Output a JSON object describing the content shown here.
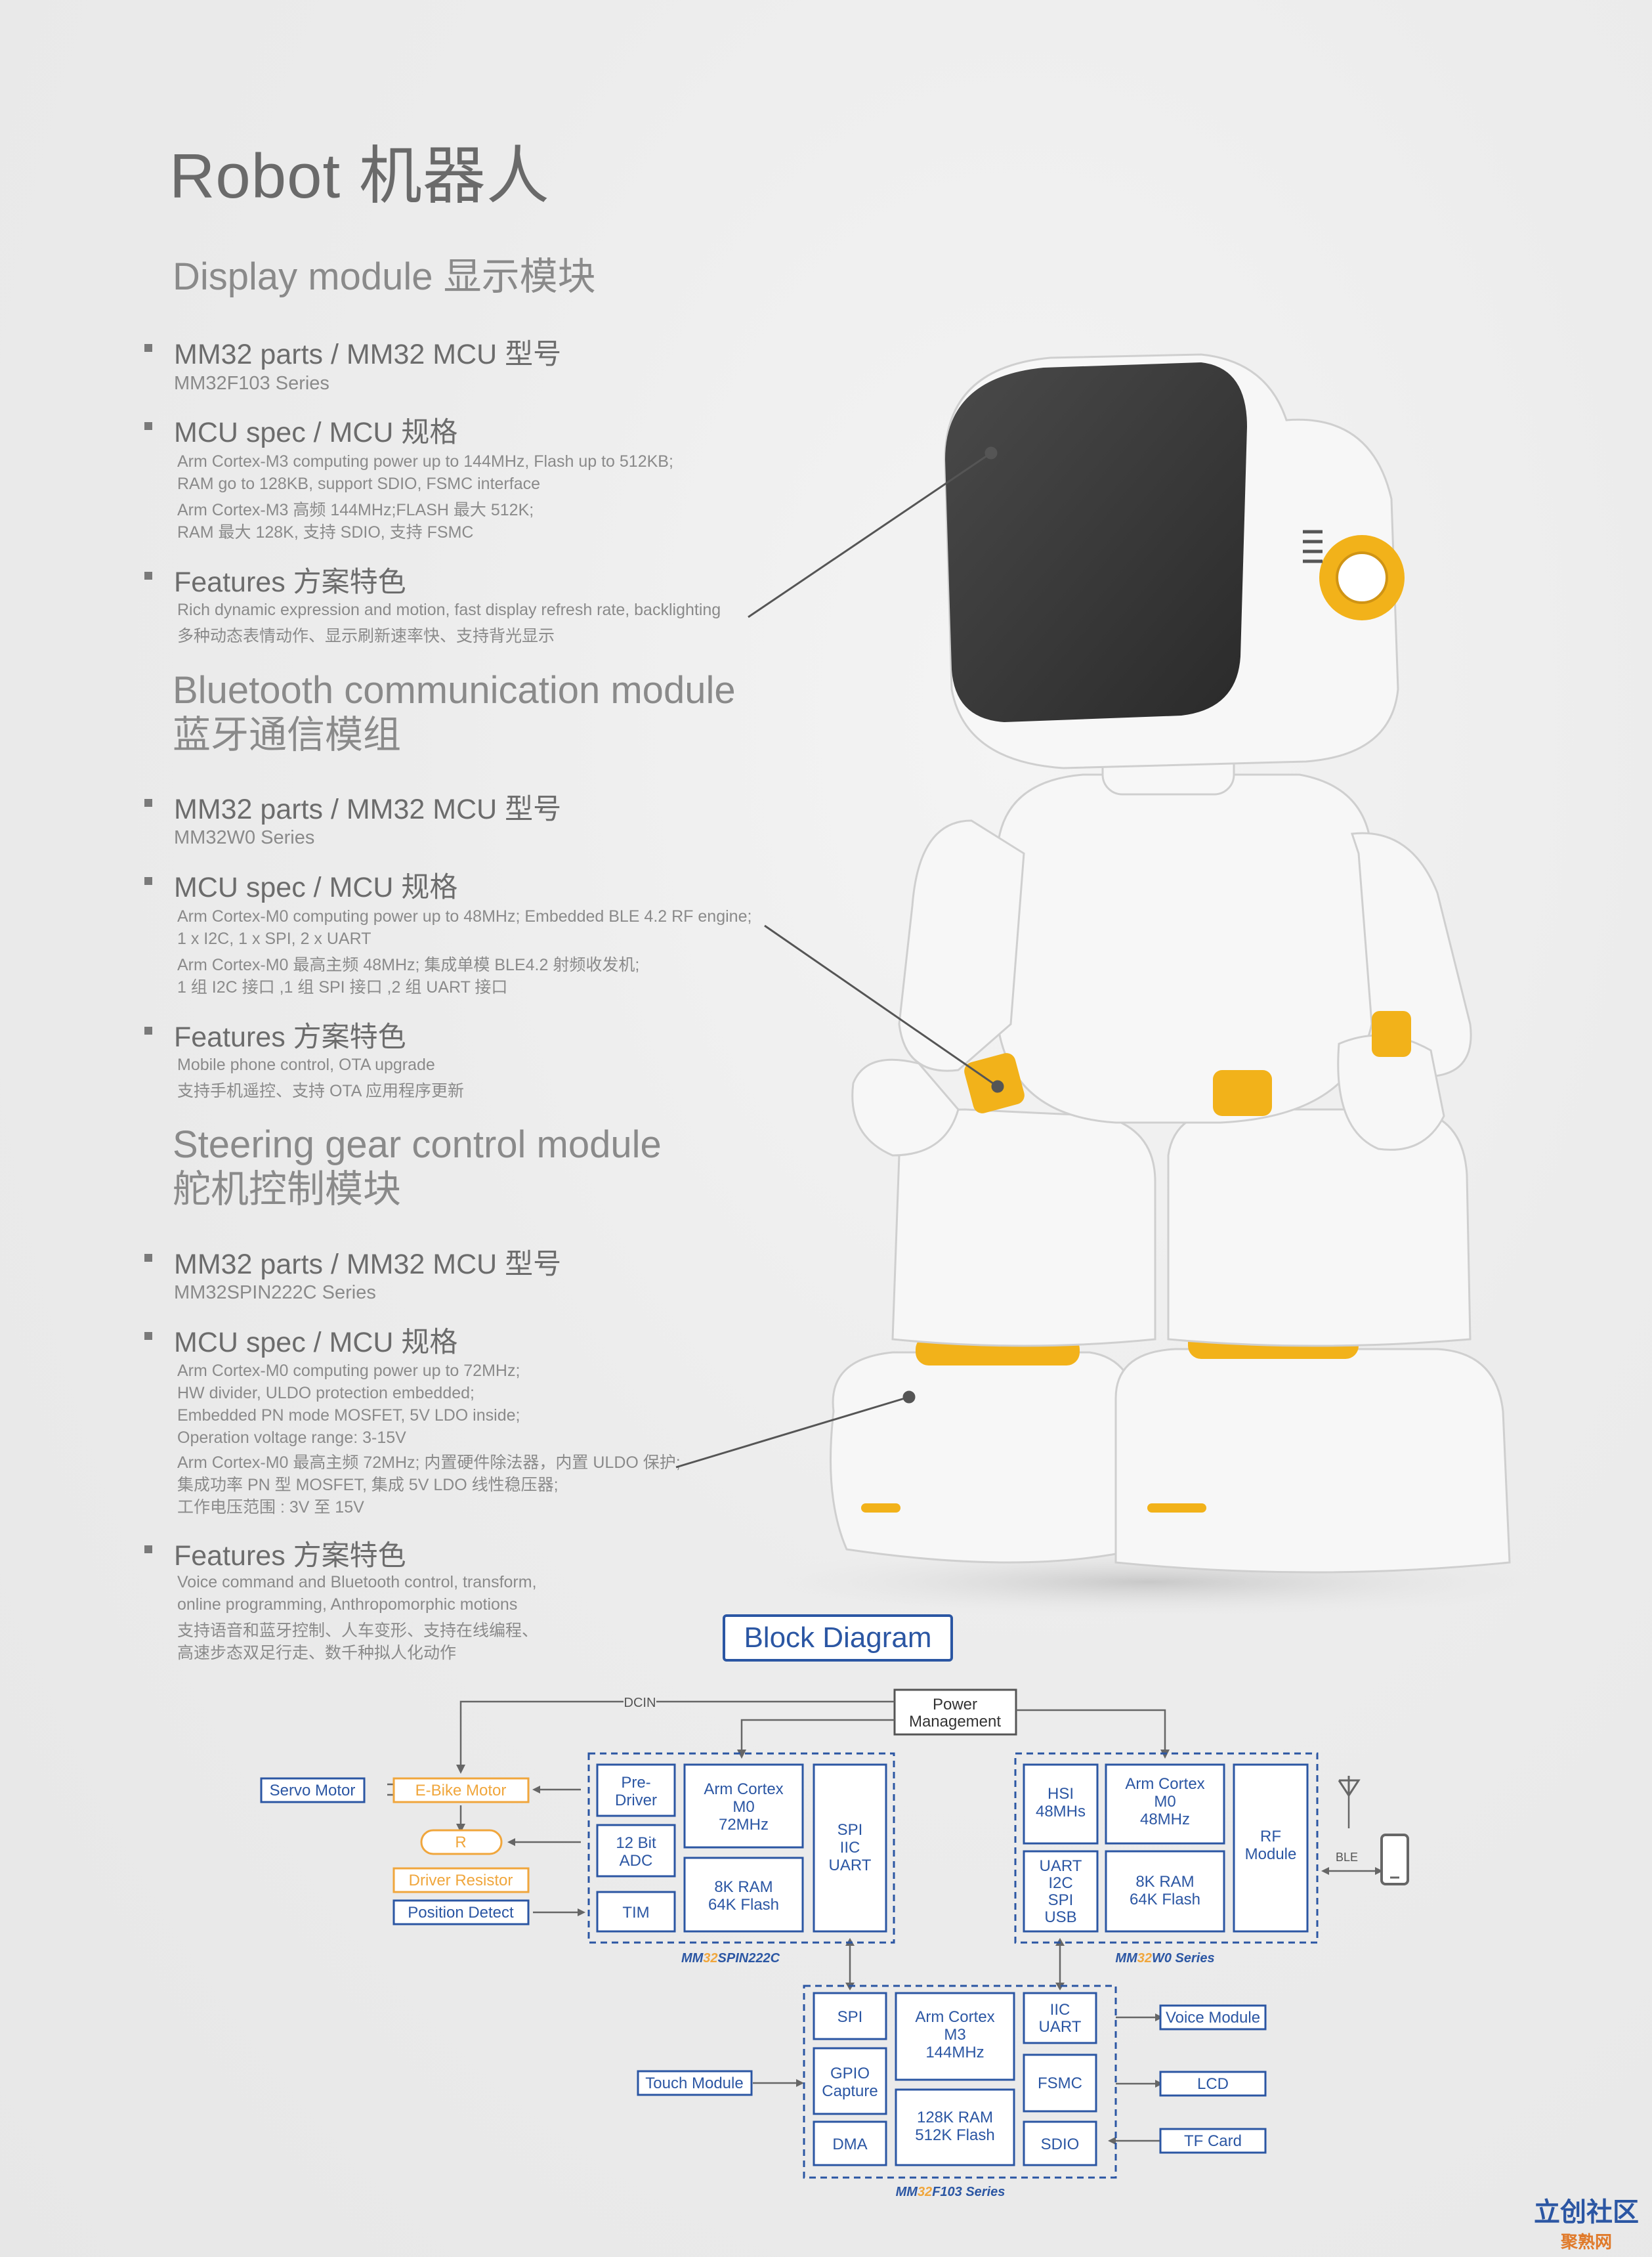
{
  "page": {
    "title": "Robot 机器人",
    "watermark_line1": "立创社区",
    "watermark_line2": "聚熟网"
  },
  "sections": [
    {
      "heading": "Display module 显示模块",
      "parts_label": "MM32 parts / MM32 MCU 型号",
      "parts_value": "MM32F103 Series",
      "spec_label": "MCU spec / MCU 规格",
      "spec_en": [
        "Arm Cortex-M3 computing power up to 144MHz, Flash  up to 512KB;",
        "RAM go to 128KB, support SDIO, FSMC interface"
      ],
      "spec_cn": [
        "Arm Cortex-M3 高频 144MHz;FLASH 最大 512K;",
        "RAM 最大 128K, 支持 SDIO, 支持 FSMC"
      ],
      "features_label": "Features 方案特色",
      "features_en": [
        "Rich dynamic expression and motion, fast display refresh rate, backlighting"
      ],
      "features_cn": [
        "多种动态表情动作、显示刷新速率快、支持背光显示"
      ]
    },
    {
      "heading_line1": "Bluetooth communication module",
      "heading_line2": "蓝牙通信模组",
      "parts_label": "MM32 parts / MM32 MCU 型号",
      "parts_value": "MM32W0 Series",
      "spec_label": "MCU spec / MCU 规格",
      "spec_en": [
        "Arm Cortex-M0 computing power up to 48MHz; Embedded BLE 4.2 RF engine;",
        "1 x I2C, 1 x SPI, 2 x UART"
      ],
      "spec_cn": [
        "Arm Cortex-M0 最高主频 48MHz; 集成单模 BLE4.2 射频收发机;",
        "1 组 I2C 接口 ,1 组 SPI 接口 ,2 组 UART 接口"
      ],
      "features_label": "Features 方案特色",
      "features_en": [
        "Mobile phone control, OTA upgrade"
      ],
      "features_cn": [
        "支持手机遥控、支持 OTA 应用程序更新"
      ]
    },
    {
      "heading_line1": "Steering gear control module",
      "heading_line2": "舵机控制模块",
      "parts_label": "MM32 parts / MM32 MCU 型号",
      "parts_value": "MM32SPIN222C Series",
      "spec_label": "MCU spec / MCU 规格",
      "spec_en": [
        "Arm Cortex-M0 computing power up to 72MHz;",
        "HW divider, ULDO protection embedded;",
        "Embedded PN mode MOSFET, 5V LDO inside;",
        "Operation voltage range: 3-15V"
      ],
      "spec_cn": [
        "Arm Cortex-M0 最高主频 72MHz; 内置硬件除法器，内置 ULDO 保护;",
        "集成功率 PN 型 MOSFET, 集成 5V LDO 线性稳压器;",
        "工作电压范围 : 3V 至 15V"
      ],
      "features_label": "Features 方案特色",
      "features_en": [
        "Voice command and Bluetooth control, transform,",
        "online programming,  Anthropomorphic motions"
      ],
      "features_cn": [
        "支持语音和蓝牙控制、人车变形、支持在线编程、",
        "高速步态双足行走、数千种拟人化动作"
      ]
    }
  ],
  "diagram": {
    "title": "Block Diagram",
    "colors": {
      "blue": "#2b56a3",
      "orange": "#f0a63c",
      "gray": "#555555"
    },
    "labels": {
      "dcin": "DCIN",
      "power1": "Power",
      "power2": "Management",
      "servo": "Servo Motor",
      "ebike": "E-Bike Motor",
      "r": "R",
      "driver_res": "Driver Resistor",
      "pos_detect": "Position Detect",
      "pre1": "Pre-",
      "pre2": "Driver",
      "adc1": "12 Bit",
      "adc2": "ADC",
      "tim": "TIM",
      "m0a1": "Arm Cortex",
      "m0a2": "M0",
      "m0a3": "72MHz",
      "ram_a1": "8K RAM",
      "ram_a2": "64K Flash",
      "spi_a1": "SPI",
      "spi_a2": "IIC",
      "spi_a3": "UART",
      "series_a_pre": "MM",
      "series_a_num": "32",
      "series_a_post": "SPIN222C",
      "hsi1": "HSI",
      "hsi2": "48MHs",
      "m0b1": "Arm Cortex",
      "m0b2": "M0",
      "m0b3": "48MHz",
      "rf1": "RF",
      "rf2": "Module",
      "uart_b1": "UART",
      "uart_b2": "I2C",
      "uart_b3": "SPI",
      "uart_b4": "USB",
      "ram_b1": "8K RAM",
      "ram_b2": "64K Flash",
      "series_b_pre": "MM",
      "series_b_num": "32",
      "series_b_post": "W0 Series",
      "ble": "BLE",
      "spi_c": "SPI",
      "gpio1": "GPIO",
      "gpio2": "Capture",
      "dma": "DMA",
      "m3a": "Arm Cortex",
      "m3b": "M3",
      "m3c": "144MHz",
      "ram_c1": "128K RAM",
      "ram_c2": "512K Flash",
      "iic1": "IIC",
      "iic2": "UART",
      "fsmc": "FSMC",
      "sdio": "SDIO",
      "touch": "Touch Module",
      "voice": "Voice Module",
      "lcd": "LCD",
      "tf": "TF Card",
      "series_c_pre": "MM",
      "series_c_num": "32",
      "series_c_post": "F103 Series"
    }
  }
}
